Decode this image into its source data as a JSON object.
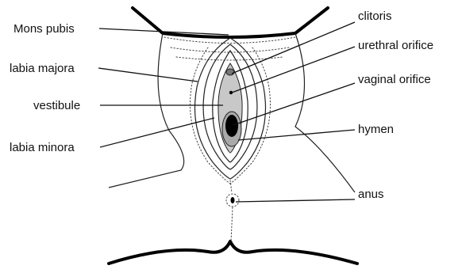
{
  "labels": {
    "mons_pubis": "Mons pubis",
    "labia_majora": "labia majora",
    "vestibule": "vestibule",
    "labia_minora": "labia minora",
    "clitoris": "clitoris",
    "urethral_orifice": "urethral orifice",
    "vaginal_orifice": "vaginal orifice",
    "hymen": "hymen",
    "anus": "anus"
  },
  "colors": {
    "ink": "#111111",
    "vestibule_fill": "#c8c8c8",
    "hymen_fill": "#a9a9a9",
    "orifice_fill": "#000000"
  }
}
